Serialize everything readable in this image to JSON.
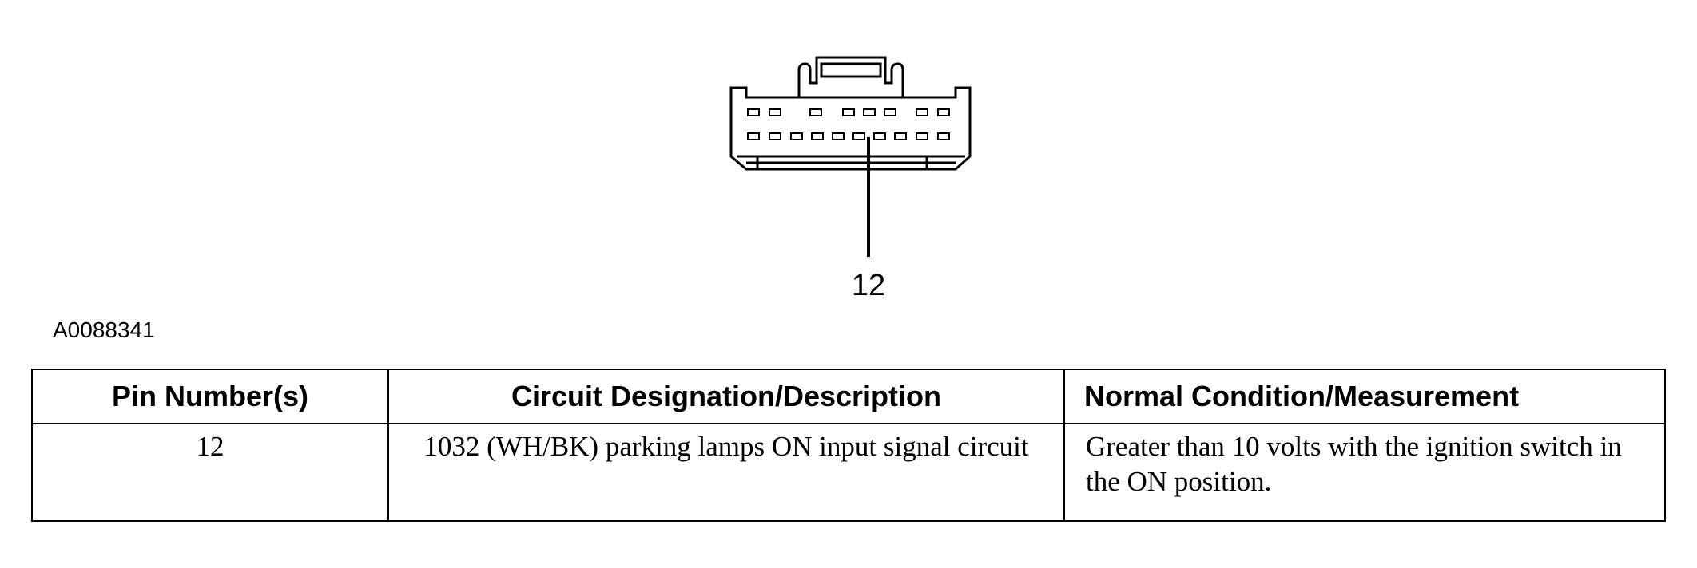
{
  "diagram": {
    "callout_label": "12",
    "figure_id": "A0088341"
  },
  "table": {
    "headers": [
      "Pin Number(s)",
      "Circuit Designation/Description",
      "Normal Condition/Measurement"
    ],
    "rows": [
      {
        "pin": "12",
        "circuit": "1032 (WH/BK) parking lamps ON input signal circuit",
        "condition": "Greater than 10 volts with the ignition switch in the ON position."
      }
    ]
  }
}
